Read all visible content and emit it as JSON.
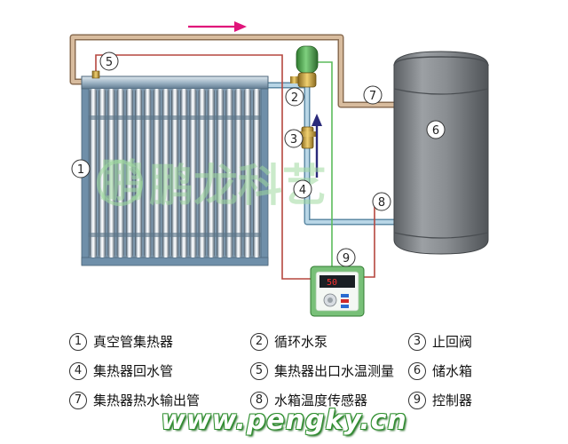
{
  "watermark": {
    "text": "鹏龙科艺",
    "logo_char": "鹏"
  },
  "callouts": [
    {
      "num": "1"
    },
    {
      "num": "2"
    },
    {
      "num": "3"
    },
    {
      "num": "4"
    },
    {
      "num": "5"
    },
    {
      "num": "6"
    },
    {
      "num": "7"
    },
    {
      "num": "8"
    },
    {
      "num": "9"
    }
  ],
  "controller_display": "50",
  "legend": [
    {
      "num": "1",
      "label": "真空管集热器"
    },
    {
      "num": "2",
      "label": "循环水泵"
    },
    {
      "num": "3",
      "label": "止回阀"
    },
    {
      "num": "4",
      "label": "集热器回水管"
    },
    {
      "num": "5",
      "label": "集热器出口水温测量"
    },
    {
      "num": "6",
      "label": "储水箱"
    },
    {
      "num": "7",
      "label": "集热器热水输出管"
    },
    {
      "num": "8",
      "label": "水箱温度传感器"
    },
    {
      "num": "9",
      "label": "控制器"
    }
  ],
  "footer_url": "www.pengky.cn",
  "colors": {
    "hot_pipe": "#c9a98a",
    "return_pipe": "#a8c8dc",
    "sensor_wire": "#b5473f",
    "control_wire": "#5cbc5c",
    "flow_arrow_hot": "#e0147a",
    "flow_arrow_up": "#2a2a7a",
    "tank": "#7b7f83",
    "collector_frame": "#6f8fa9"
  },
  "icons": [
    "pump-icon",
    "check-valve-icon",
    "flow-arrow-icon",
    "controller-icon"
  ]
}
